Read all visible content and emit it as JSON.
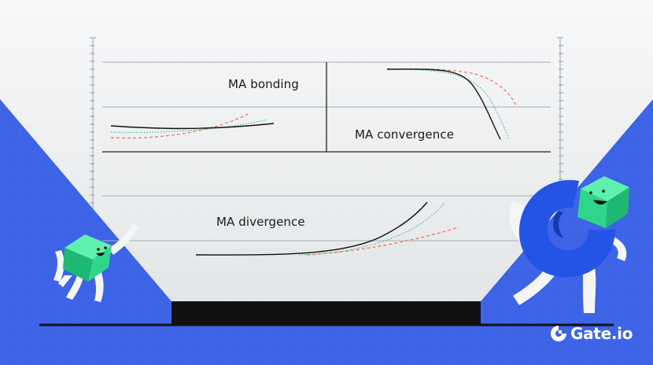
{
  "labels": {
    "bonding": "MA bonding",
    "convergence": "MA convergence",
    "divergence": "MA divergence"
  },
  "brand": {
    "name": "Gate.io"
  },
  "colors": {
    "background_blue": "#3d63e6",
    "panel_gray": "#e9ebed",
    "line_black": "#111111",
    "line_red_dashed": "#f07a5e",
    "line_green_dotted": "#3fbf9a",
    "mascot_green": "#2fd68a",
    "logo_blue": "#2354e6"
  },
  "icons": [
    "gate-logo-icon",
    "cube-mascot-left",
    "cube-mascot-right"
  ]
}
